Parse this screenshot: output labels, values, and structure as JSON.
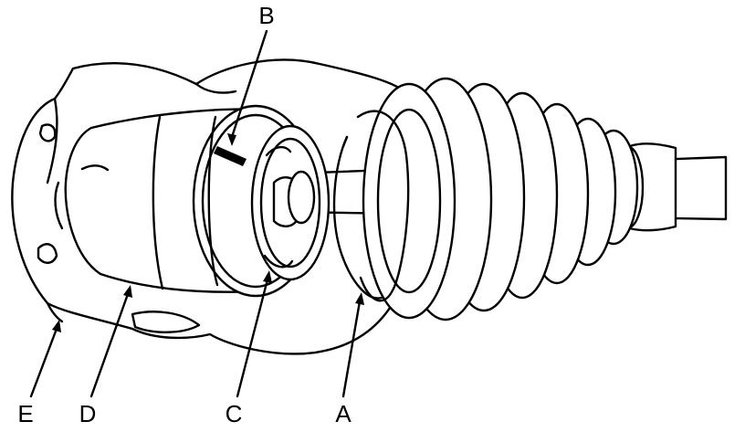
{
  "labels": {
    "A": "A",
    "B": "B",
    "C": "C",
    "D": "D",
    "E": "E"
  },
  "colors": {
    "line": "#000000",
    "background": "#ffffff"
  }
}
